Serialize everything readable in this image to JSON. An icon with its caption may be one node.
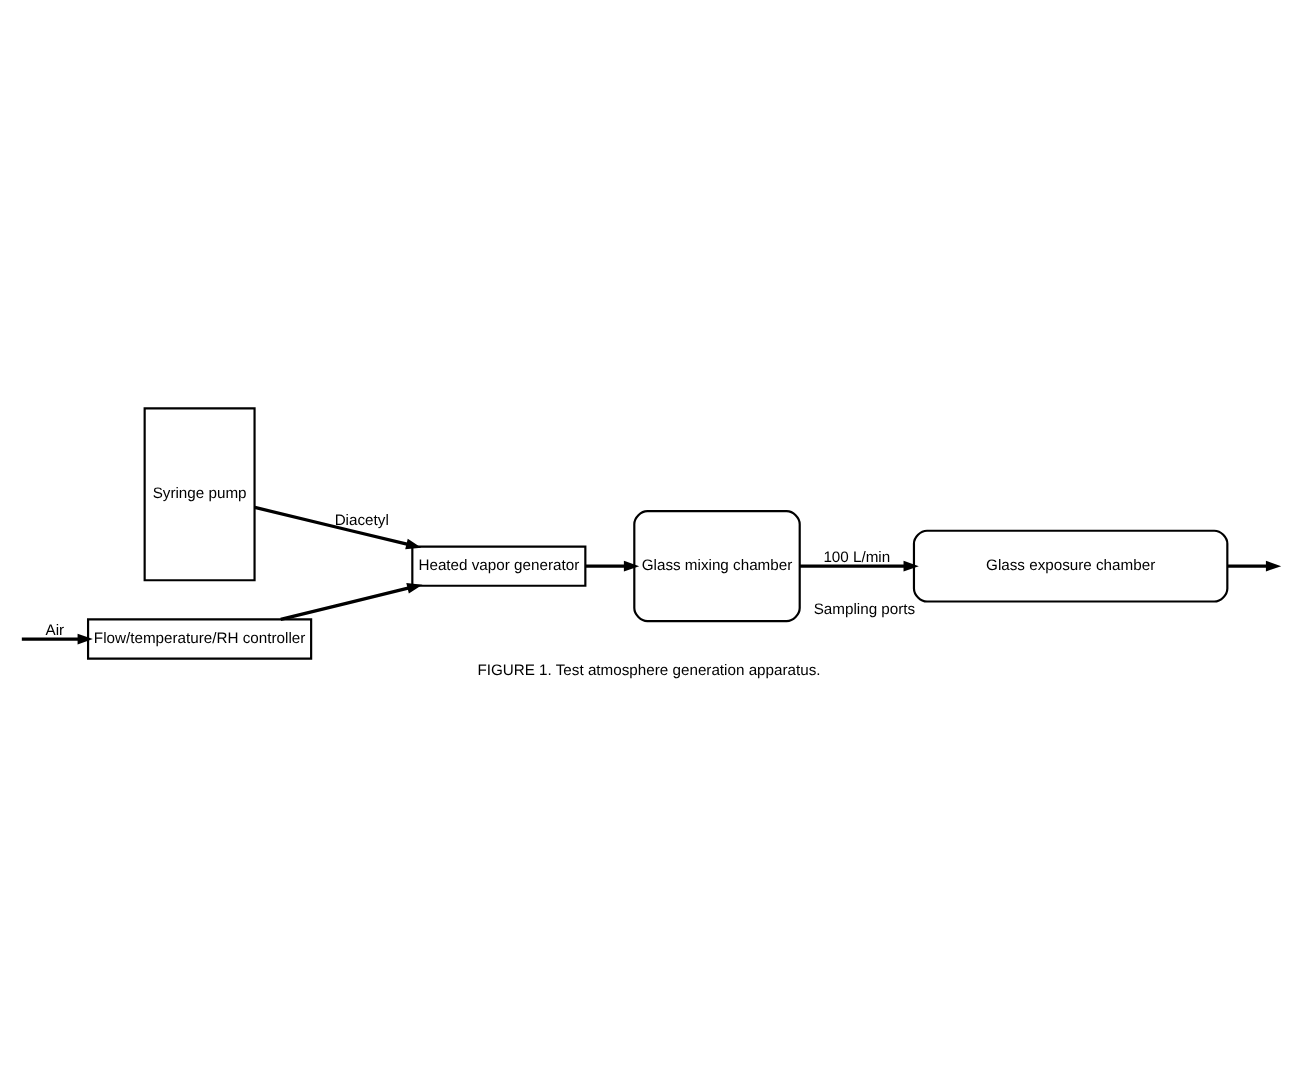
{
  "diagram": {
    "caption": "FIGURE 1. Test atmosphere generation apparatus.",
    "nodes": [
      {
        "text": [
          "Glass exposure chamber"
        ],
        "beside": [
          "Sampling ports"
        ]
      },
      {
        "text": [
          "Glass mixing chamber"
        ]
      },
      {
        "text": [
          "Syringe pump"
        ]
      },
      {
        "text": [
          "Heated vapor generator"
        ]
      },
      {
        "text": [
          "Flow/temperature/RH controller"
        ]
      }
    ],
    "edges": [
      {
        "from": 0,
        "to": null,
        "arrow": "to"
      },
      {
        "from": 1,
        "to": 0,
        "arrow": "to",
        "label": "100 L/min"
      },
      {
        "from": 2,
        "to": 3,
        "arrow": "to",
        "label": "Diacetyl"
      },
      {
        "from": 3,
        "to": 1,
        "arrow": "to"
      },
      {
        "from": 4,
        "to": 3,
        "arrow": "to"
      },
      {
        "from": null,
        "to": 4,
        "arrow": "to",
        "label": "Air"
      }
    ]
  }
}
